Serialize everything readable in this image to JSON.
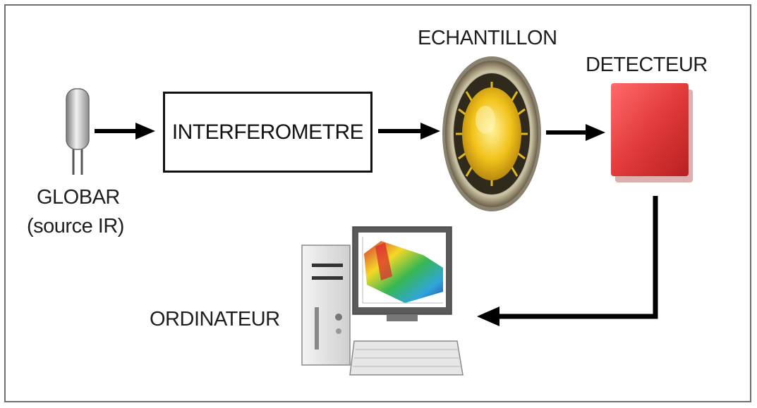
{
  "labels": {
    "globar": "GLOBAR",
    "globar_sub": "(source IR)",
    "interferometre": "INTERFEROMETRE",
    "echantillon": "ECHANTILLON",
    "detecteur": "DETECTEUR",
    "ordinateur": "ORDINATEUR"
  },
  "colors": {
    "arrow": "#000000",
    "detector": "#e23b3b",
    "sample": "#f2c21a"
  }
}
